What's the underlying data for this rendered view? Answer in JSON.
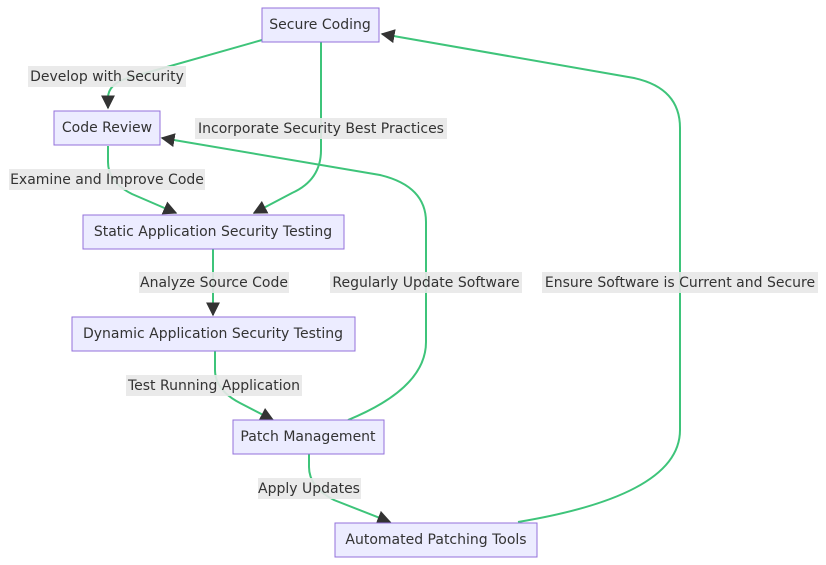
{
  "colors": {
    "node_fill": "#ECECFF",
    "node_border": "#9370DB",
    "edge": "#3EC47A",
    "label_bg": "#E8E8E8",
    "arrowhead": "#333333",
    "text": "#333333"
  },
  "nodes": {
    "secure_coding": "Secure Coding",
    "code_review": "Code Review",
    "sast": "Static Application Security Testing",
    "dast": "Dynamic Application Security Testing",
    "patch_management": "Patch Management",
    "automated_patching": "Automated Patching Tools"
  },
  "edges": {
    "develop_with_security": "Develop with Security",
    "incorporate_best_practices": "Incorporate Security Best Practices",
    "examine_improve_code": "Examine and Improve Code",
    "analyze_source_code": "Analyze Source Code",
    "test_running_application": "Test Running Application",
    "regularly_update_software": "Regularly Update Software",
    "apply_updates": "Apply Updates",
    "ensure_current_secure": "Ensure Software is Current and Secure"
  }
}
